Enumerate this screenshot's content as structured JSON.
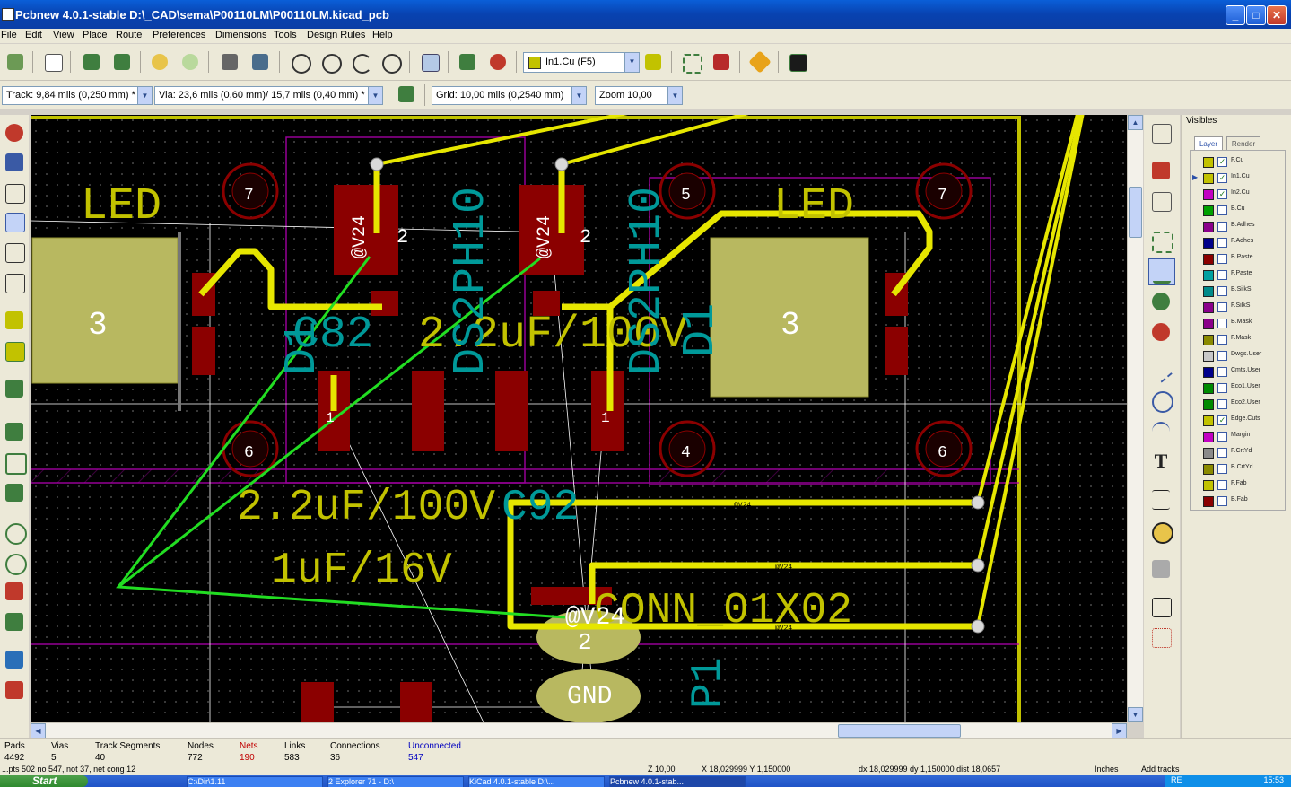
{
  "window": {
    "title": "Pcbnew 4.0.1-stable D:\\_CAD\\sema\\P00110LM\\P00110LM.kicad_pcb"
  },
  "menu": [
    "File",
    "Edit",
    "View",
    "Place",
    "Route",
    "Preferences",
    "Dimensions",
    "Tools",
    "Design Rules",
    "Help"
  ],
  "toolbar": {
    "active_layer": "In1.Cu (F5)",
    "track_width": "Track: 9,84 mils (0,250 mm) *",
    "via_size": "Via: 23,6 mils (0,60 mm)/ 15,7 mils (0,40 mm) *",
    "grid": "Grid: 10,00 mils (0,2540 mm)",
    "zoom": "Zoom 10,00"
  },
  "board": {
    "labels": {
      "led_left": "LED",
      "led_right": "LED",
      "d1_value": "D1",
      "d1_footprint": "DS2PH10",
      "d2_footprint": "DS2PH10",
      "d2_value": "D1",
      "c82_label": "C82",
      "cap_top": "2.2uF/100V",
      "cap_mid": "2.2uF/100V",
      "c92_label": "C92",
      "cap_bottom": "1uF/16V",
      "conn_label": "CONN_01X02",
      "p1_label": "P1",
      "gnd_label": "GND",
      "net_label": "@V24"
    },
    "pad_numbers": {
      "hole_left_top": "7",
      "hole_left_bottom": "6",
      "hole_mid_top": "5",
      "hole_mid_bottom": "4",
      "hole_right_top": "7",
      "hole_right_bottom": "6",
      "pad_2": "2",
      "pad_1": "1",
      "pad_3": "3"
    }
  },
  "layers_panel": {
    "title": "Visibles",
    "tabs": [
      "Layer",
      "Render"
    ],
    "layers": [
      {
        "name": "F.Cu",
        "color": "#c2c200",
        "checked": true,
        "active": false
      },
      {
        "name": "In1.Cu",
        "color": "#c2c200",
        "checked": true,
        "active": true
      },
      {
        "name": "In2.Cu",
        "color": "#c200c2",
        "checked": true,
        "active": false
      },
      {
        "name": "B.Cu",
        "color": "#00a000",
        "checked": false,
        "active": false
      },
      {
        "name": "B.Adhes",
        "color": "#8a008a",
        "checked": false,
        "active": false
      },
      {
        "name": "F.Adhes",
        "color": "#00008a",
        "checked": false,
        "active": false
      },
      {
        "name": "B.Paste",
        "color": "#8a0000",
        "checked": false,
        "active": false
      },
      {
        "name": "F.Paste",
        "color": "#00a0a0",
        "checked": false,
        "active": false
      },
      {
        "name": "B.SilkS",
        "color": "#008a8a",
        "checked": false,
        "active": false
      },
      {
        "name": "F.SilkS",
        "color": "#8a008a",
        "checked": false,
        "active": false
      },
      {
        "name": "B.Mask",
        "color": "#8a008a",
        "checked": false,
        "active": false
      },
      {
        "name": "F.Mask",
        "color": "#8a8a00",
        "checked": false,
        "active": false
      },
      {
        "name": "Dwgs.User",
        "color": "#c8c8c8",
        "checked": false,
        "active": false
      },
      {
        "name": "Cmts.User",
        "color": "#00008a",
        "checked": false,
        "active": false
      },
      {
        "name": "Eco1.User",
        "color": "#008a00",
        "checked": false,
        "active": false
      },
      {
        "name": "Eco2.User",
        "color": "#008a00",
        "checked": false,
        "active": false
      },
      {
        "name": "Edge.Cuts",
        "color": "#c2c200",
        "checked": true,
        "active": false
      },
      {
        "name": "Margin",
        "color": "#c200c2",
        "checked": false,
        "active": false
      },
      {
        "name": "F.CrtYd",
        "color": "#8a8a8a",
        "checked": false,
        "active": false
      },
      {
        "name": "B.CrtYd",
        "color": "#8a8a00",
        "checked": false,
        "active": false
      },
      {
        "name": "F.Fab",
        "color": "#c2c200",
        "checked": false,
        "active": false
      },
      {
        "name": "B.Fab",
        "color": "#8a0000",
        "checked": false,
        "active": false
      }
    ]
  },
  "status": {
    "labels": [
      "Pads",
      "Vias",
      "Track Segments",
      "Nodes",
      "Nets",
      "Links",
      "Connections",
      "Unconnected"
    ],
    "values": [
      "4492",
      "5",
      "40",
      "772",
      "190",
      "583",
      "36",
      "547"
    ],
    "net_color": "#c00000",
    "unconnected_color": "#0000c0"
  },
  "bottom_strip": {
    "left": "...pts 502 no 547, not 37, net cong 12",
    "z": "Z 10,00",
    "coords": "X 18,029999  Y 1,150000",
    "delta": "dx 18,029999  dy 1,150000  dist 18,0657",
    "units": "Inches",
    "mode": "Add tracks"
  },
  "taskbar": {
    "start": "Start",
    "tasks": [
      "C:\\Dir\\1.11",
      "2 Explorer 71 - D:\\",
      "KiCad 4.0.1-stable D:\\...",
      "Pcbnew 4.0.1-stab..."
    ],
    "tray_lang": "RE",
    "clock": "15:53"
  }
}
